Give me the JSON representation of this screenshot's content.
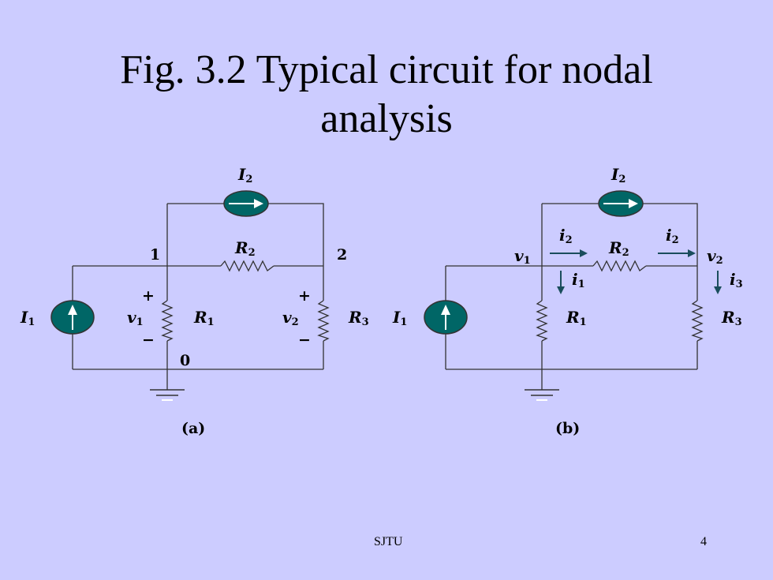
{
  "title": {
    "line1": "Fig. 3.2  Typical circuit for nodal",
    "line2": "analysis"
  },
  "circuit_a": {
    "caption": "(a)",
    "node_1": "1",
    "node_2": "2",
    "node_0": "0",
    "I2": {
      "main": "I",
      "sub": "2"
    },
    "R2": {
      "main": "R",
      "sub": "2"
    },
    "I1": {
      "main": "I",
      "sub": "1"
    },
    "R1": {
      "main": "R",
      "sub": "1"
    },
    "R3": {
      "main": "R",
      "sub": "3"
    },
    "v1": {
      "main": "v",
      "sub": "1"
    },
    "v2": {
      "main": "v",
      "sub": "2"
    },
    "plus": "+",
    "minus": "−"
  },
  "circuit_b": {
    "caption": "(b)",
    "I2": {
      "main": "I",
      "sub": "2"
    },
    "R2": {
      "main": "R",
      "sub": "2"
    },
    "I1": {
      "main": "I",
      "sub": "1"
    },
    "R1": {
      "main": "R",
      "sub": "1"
    },
    "R3": {
      "main": "R",
      "sub": "3"
    },
    "v1": {
      "main": "v",
      "sub": "1"
    },
    "v2": {
      "main": "v",
      "sub": "2"
    },
    "i2_left": {
      "main": "i",
      "sub": "2"
    },
    "i2_right": {
      "main": "i",
      "sub": "2"
    },
    "i1": {
      "main": "i",
      "sub": "1"
    },
    "i3": {
      "main": "i",
      "sub": "3"
    }
  },
  "colors": {
    "background": "#ccccff",
    "source_fill": "#006666",
    "arrow": "#1a4d5c",
    "wire": "#333333"
  },
  "footer": {
    "left": "SJTU",
    "right": "4"
  }
}
